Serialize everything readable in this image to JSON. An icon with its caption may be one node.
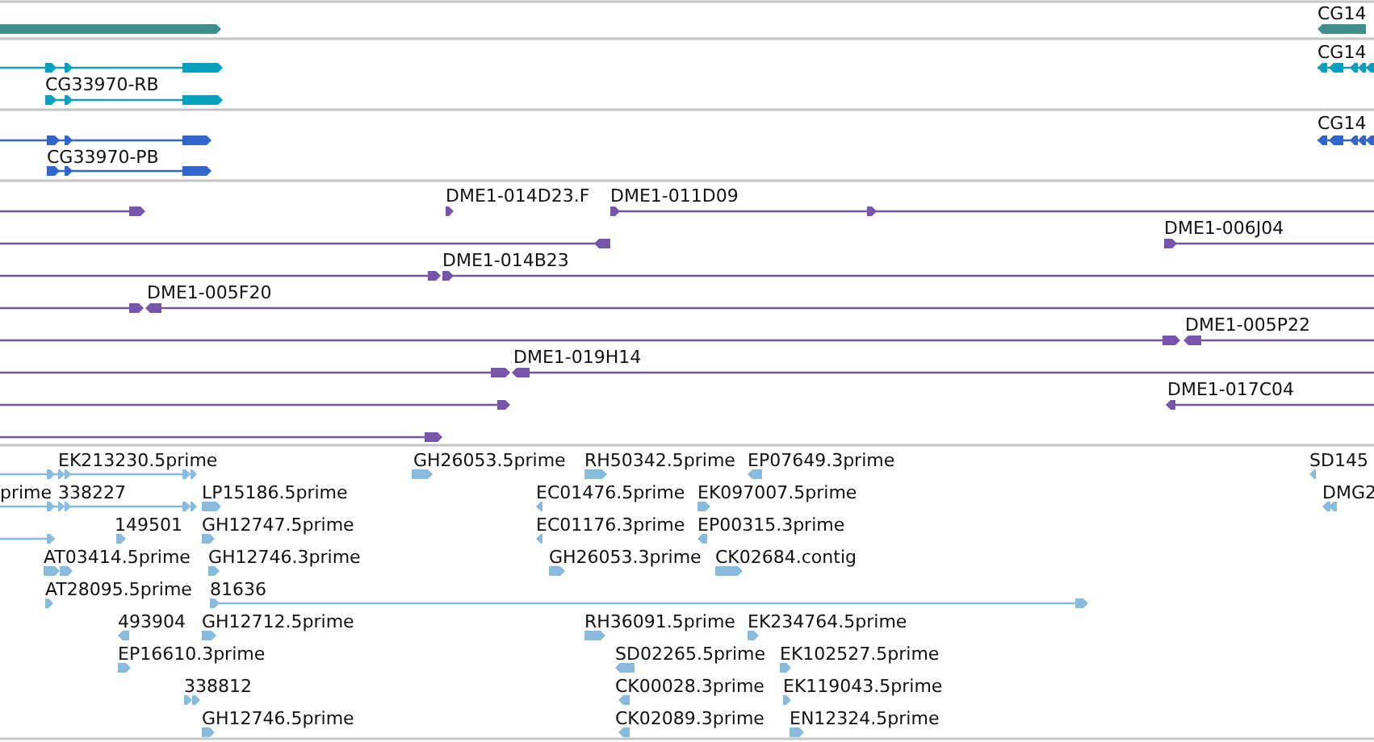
{
  "diagram": {
    "labels": [
      "CG14",
      "CG14",
      "CG33970-RB",
      "CG14",
      "CG33970-PB",
      "DME1-014D23.F",
      "DME1-011D09",
      "DME1-006J04",
      "DME1-014B23",
      "DME1-005F20",
      "DME1-005P22",
      "DME1-019H14",
      "DME1-017C04",
      "EK213230.5prime",
      "GH26053.5prime",
      "RH50342.5prime",
      "EP07649.3prime",
      "SD145",
      "prime",
      "338227",
      "LP15186.5prime",
      "EC01476.5prime",
      "EK097007.5prime",
      "DMG2",
      "149501",
      "GH12747.5prime",
      "EC01176.3prime",
      "EP00315.3prime",
      "AT03414.5prime",
      "GH12746.3prime",
      "GH26053.3prime",
      "CK02684.contig",
      "AT28095.5prime",
      "81636",
      "493904",
      "GH12712.5prime",
      "RH36091.5prime",
      "EK234764.5prime",
      "EP16610.3prime",
      "SD02265.5prime",
      "EK102527.5prime",
      "338812",
      "CK00028.3prime",
      "EK119043.5prime",
      "GH12746.5prime",
      "CK02089.3prime",
      "EN12324.5prime"
    ]
  }
}
